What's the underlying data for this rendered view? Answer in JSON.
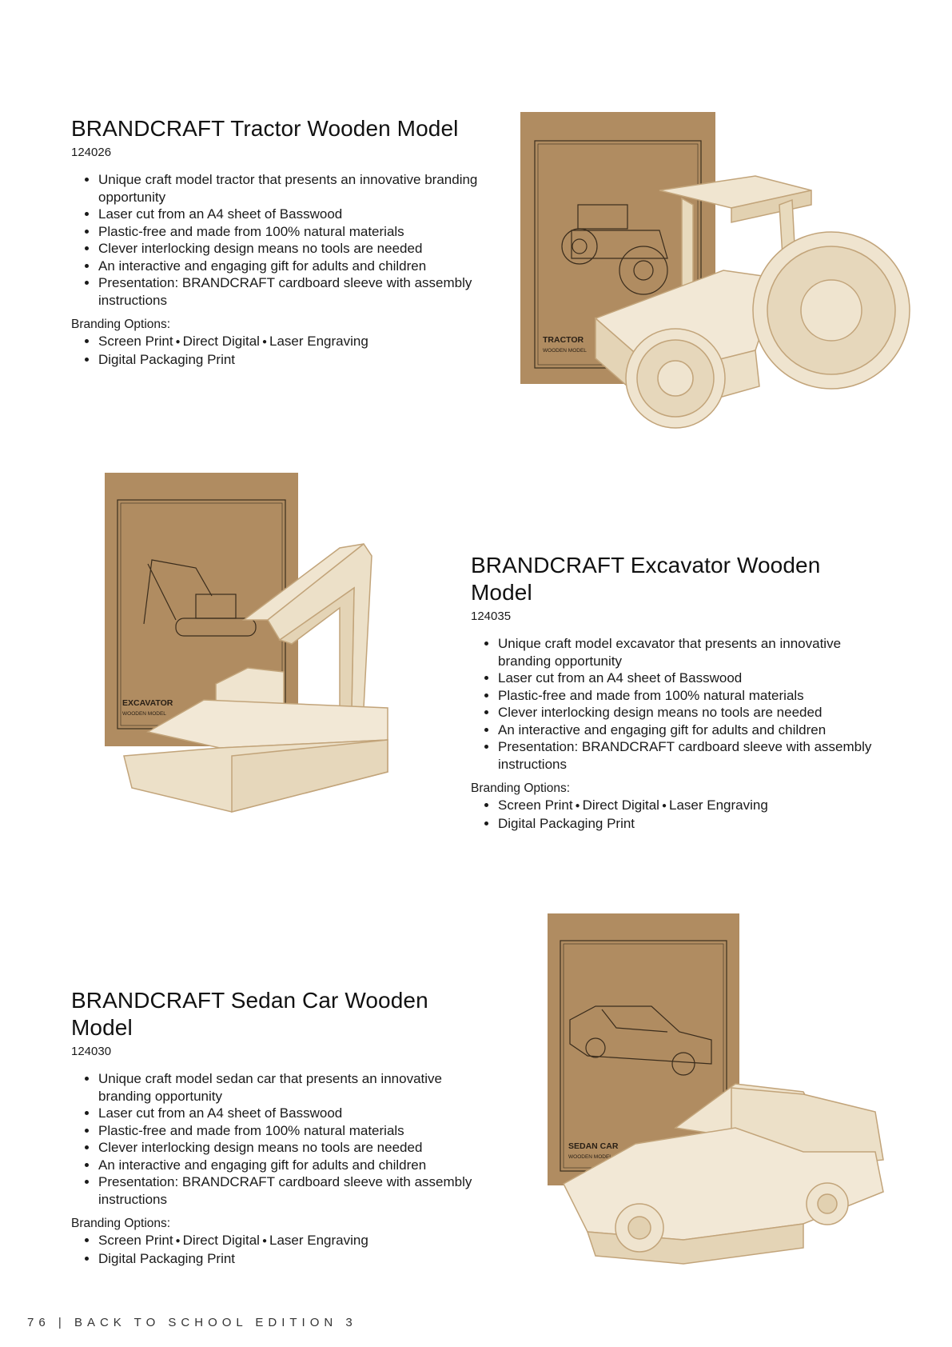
{
  "products": [
    {
      "title": "BRANDCRAFT Tractor Wooden Model",
      "code": "124026",
      "features": [
        "Unique craft model tractor that presents an innovative branding opportunity",
        "Laser cut from an A4 sheet of Basswood",
        "Plastic-free and made from 100% natural materials",
        "Clever interlocking design means no tools are needed",
        "An interactive and engaging gift for adults and children",
        "Presentation: BRANDCRAFT cardboard sleeve with assembly instructions"
      ],
      "branding_label": "Branding Options:",
      "branding_options": [
        "Screen Print",
        "Direct Digital",
        "Laser Engraving"
      ],
      "branding_extra": "Digital Packaging Print",
      "sleeve_title": "TRACTOR",
      "sleeve_subtitle": "WOODEN MODEL"
    },
    {
      "title": "BRANDCRAFT Excavator Wooden Model",
      "code": "124035",
      "features": [
        "Unique craft model excavator that presents an innovative branding opportunity",
        "Laser cut from an A4 sheet of Basswood",
        "Plastic-free and made from 100% natural materials",
        "Clever interlocking design means no tools are needed",
        "An interactive and engaging gift for adults and children",
        "Presentation: BRANDCRAFT cardboard sleeve with assembly instructions"
      ],
      "branding_label": "Branding Options:",
      "branding_options": [
        "Screen Print",
        "Direct Digital",
        "Laser Engraving"
      ],
      "branding_extra": "Digital Packaging Print",
      "sleeve_title": "EXCAVATOR",
      "sleeve_subtitle": "WOODEN MODEL"
    },
    {
      "title": "BRANDCRAFT Sedan Car Wooden Model",
      "code": "124030",
      "features": [
        "Unique craft model sedan car that presents an innovative branding opportunity",
        "Laser cut from an A4 sheet of Basswood",
        "Plastic-free and made from 100% natural materials",
        "Clever interlocking design means no tools are needed",
        "An interactive and engaging gift for adults and children",
        "Presentation: BRANDCRAFT cardboard sleeve with assembly instructions"
      ],
      "branding_label": "Branding Options:",
      "branding_options": [
        "Screen Print",
        "Direct Digital",
        "Laser Engraving"
      ],
      "branding_extra": "Digital Packaging Print",
      "sleeve_title": "SEDAN CAR",
      "sleeve_subtitle": "WOODEN MODEL"
    }
  ],
  "footer": {
    "page_number": "76",
    "separator": "|",
    "edition": "BACK TO SCHOOL EDITION 3"
  },
  "colors": {
    "kraft": "#b08c61",
    "kraft_dark": "#8f6f48",
    "wood": "#ece0c8",
    "wood_edge": "#c8ab80"
  }
}
